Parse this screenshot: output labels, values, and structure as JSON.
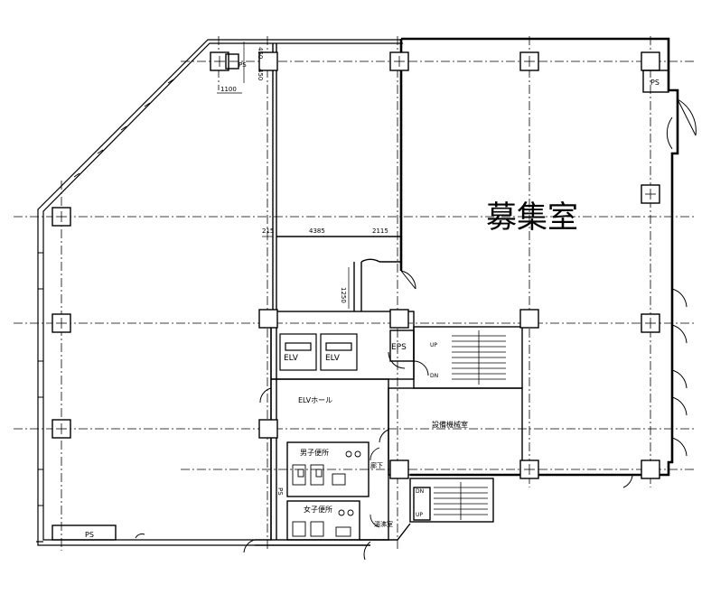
{
  "plan": {
    "vacancy_label": "募集室",
    "labels": {
      "ps_top": "PS",
      "ps_right": "PS",
      "ps_bottom": "PS",
      "ps_left_vertical": "PS",
      "eps": "EPS",
      "elv_1": "ELV",
      "elv_2": "ELV",
      "elv_hall": "ELVホール",
      "mens_toilet": "男子便所",
      "womens_toilet": "女子便所",
      "machine_room": "設備機械室",
      "corridor": "廊下",
      "janitor": "湯沸室",
      "up_1": "UP",
      "dn_1": "DN",
      "up_2": "UP",
      "dn_2": "DN"
    },
    "dimensions": {
      "d1100": "1100",
      "d450a": "450",
      "d450b": "450",
      "d215": "215",
      "d4385": "4385",
      "d2115": "2115",
      "d1250": "1250"
    }
  }
}
